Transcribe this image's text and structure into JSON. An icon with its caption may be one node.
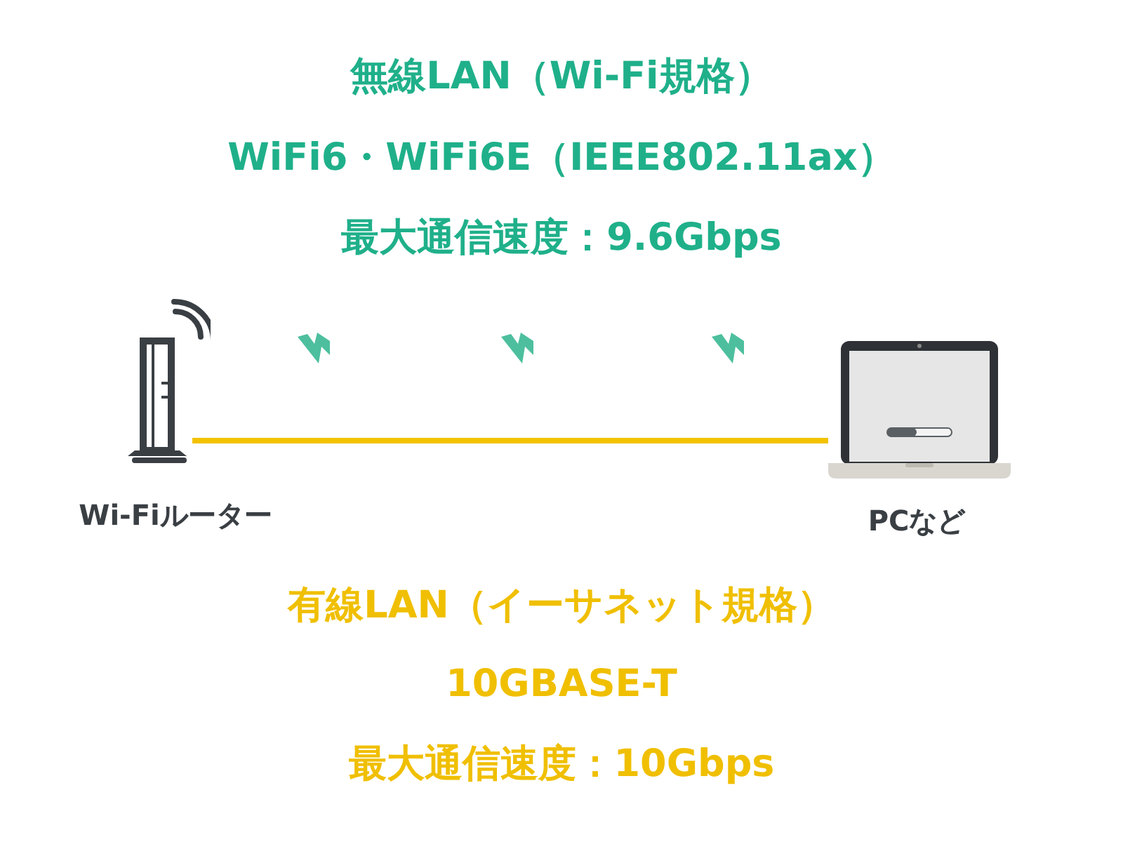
{
  "diagram": {
    "nodes": [
      {
        "text": [
          "Wi-Fiルーター"
        ]
      },
      {
        "text": [
          "PCなど"
        ]
      }
    ],
    "edges": [
      {
        "from": 0,
        "to": 1,
        "arrow": "none"
      }
    ],
    "labels": [
      "無線LAN（Wi-Fi規格）",
      "WiFi6・WiFi6E（IEEE802.11ax）",
      "最大通信速度：9.6Gbps",
      "有線LAN（イーサネット規格）",
      "10GBASE-T",
      "最大通信速度：10Gbps"
    ]
  }
}
